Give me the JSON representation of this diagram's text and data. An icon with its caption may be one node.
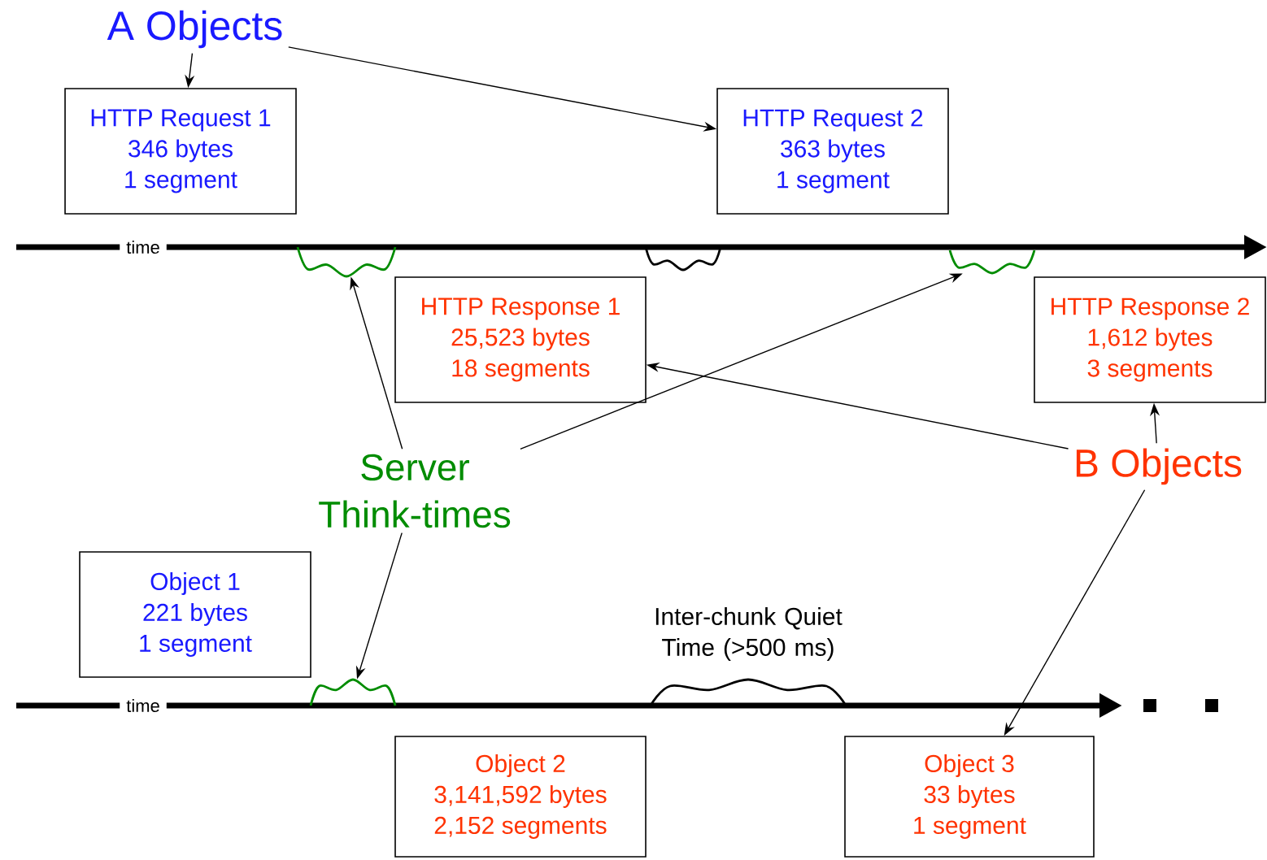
{
  "diagram": {
    "nodes": [
      {
        "text": [
          "A Objects"
        ]
      },
      {
        "text": [
          "HTTP Request 1",
          "346 bytes",
          "1 segment"
        ]
      },
      {
        "text": [
          "HTTP Request 2",
          "363 bytes",
          "1 segment"
        ]
      },
      {
        "text": [
          "HTTP Response 1",
          "25,523 bytes",
          "18 segments"
        ]
      },
      {
        "text": [
          "HTTP Response 2",
          "1,612 bytes",
          "3 segments"
        ]
      },
      {
        "text": [
          "Server Think-times"
        ]
      },
      {
        "text": [
          "B Objects"
        ]
      },
      {
        "text": [
          "Object 1",
          "221 bytes",
          "1 segment"
        ]
      },
      {
        "text": [
          "Object 2",
          "3,141,592 bytes",
          "2,152 segments"
        ]
      },
      {
        "text": [
          "Object 3",
          "33 bytes",
          "1 segment"
        ]
      },
      {
        "text": [],
        "shape": "brace"
      },
      {
        "text": [],
        "shape": "brace"
      },
      {
        "text": [],
        "shape": "brace"
      }
    ],
    "edges": [
      {
        "from": 0,
        "to": 1,
        "arrow": "to"
      },
      {
        "from": 0,
        "to": 2,
        "arrow": "to"
      },
      {
        "from": 5,
        "to": 10,
        "arrow": "to"
      },
      {
        "from": 5,
        "to": 11,
        "arrow": "to"
      },
      {
        "from": 5,
        "to": 12,
        "arrow": "to"
      },
      {
        "from": 6,
        "to": 3,
        "arrow": "to"
      },
      {
        "from": 6,
        "to": 4,
        "arrow": "to"
      },
      {
        "from": 6,
        "to": 9,
        "arrow": "to"
      }
    ],
    "labels": [
      "time",
      "time",
      "Inter-chunk Quiet Time (>500 ms)"
    ]
  }
}
